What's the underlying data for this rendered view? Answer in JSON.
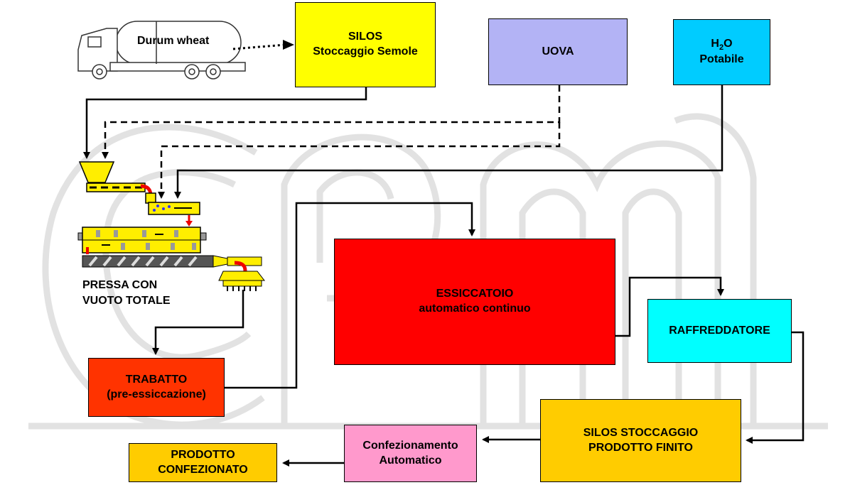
{
  "source": {
    "label": "Durum wheat"
  },
  "boxes": {
    "silos_semole": {
      "line1": "SILOS",
      "line2": "Stoccaggio Semole",
      "color": "#ffff00"
    },
    "uova": {
      "line1": "UOVA",
      "color": "#b3b3f5"
    },
    "h2o": {
      "line1_main": "H",
      "line1_sub": "2",
      "line1_end": "O",
      "line2": "Potabile",
      "color": "#00ccff"
    },
    "essiccatoio": {
      "line1": "ESSICCATOIO",
      "line2": "automatico continuo",
      "color": "#ff0000"
    },
    "raffreddatore": {
      "line1": "RAFFREDDATORE",
      "color": "#00ffff"
    },
    "trabatto": {
      "line1": "TRABATTO",
      "line2": "(pre-essiccazione)",
      "color": "#ff3300"
    },
    "silos_finito": {
      "line1": "SILOS STOCCAGGIO",
      "line2": "PRODOTTO FINITO",
      "color": "#ffcc00"
    },
    "confezionamento": {
      "line1": "Confezionamento",
      "line2": "Automatico",
      "color": "#ff99cc"
    },
    "prodotto": {
      "line1": "PRODOTTO",
      "line2": "CONFEZIONATO",
      "color": "#ffcc00"
    }
  },
  "press": {
    "line1": "PRESSA CON",
    "line2": "VUOTO TOTALE"
  },
  "watermark": {
    "text": "CPM"
  }
}
